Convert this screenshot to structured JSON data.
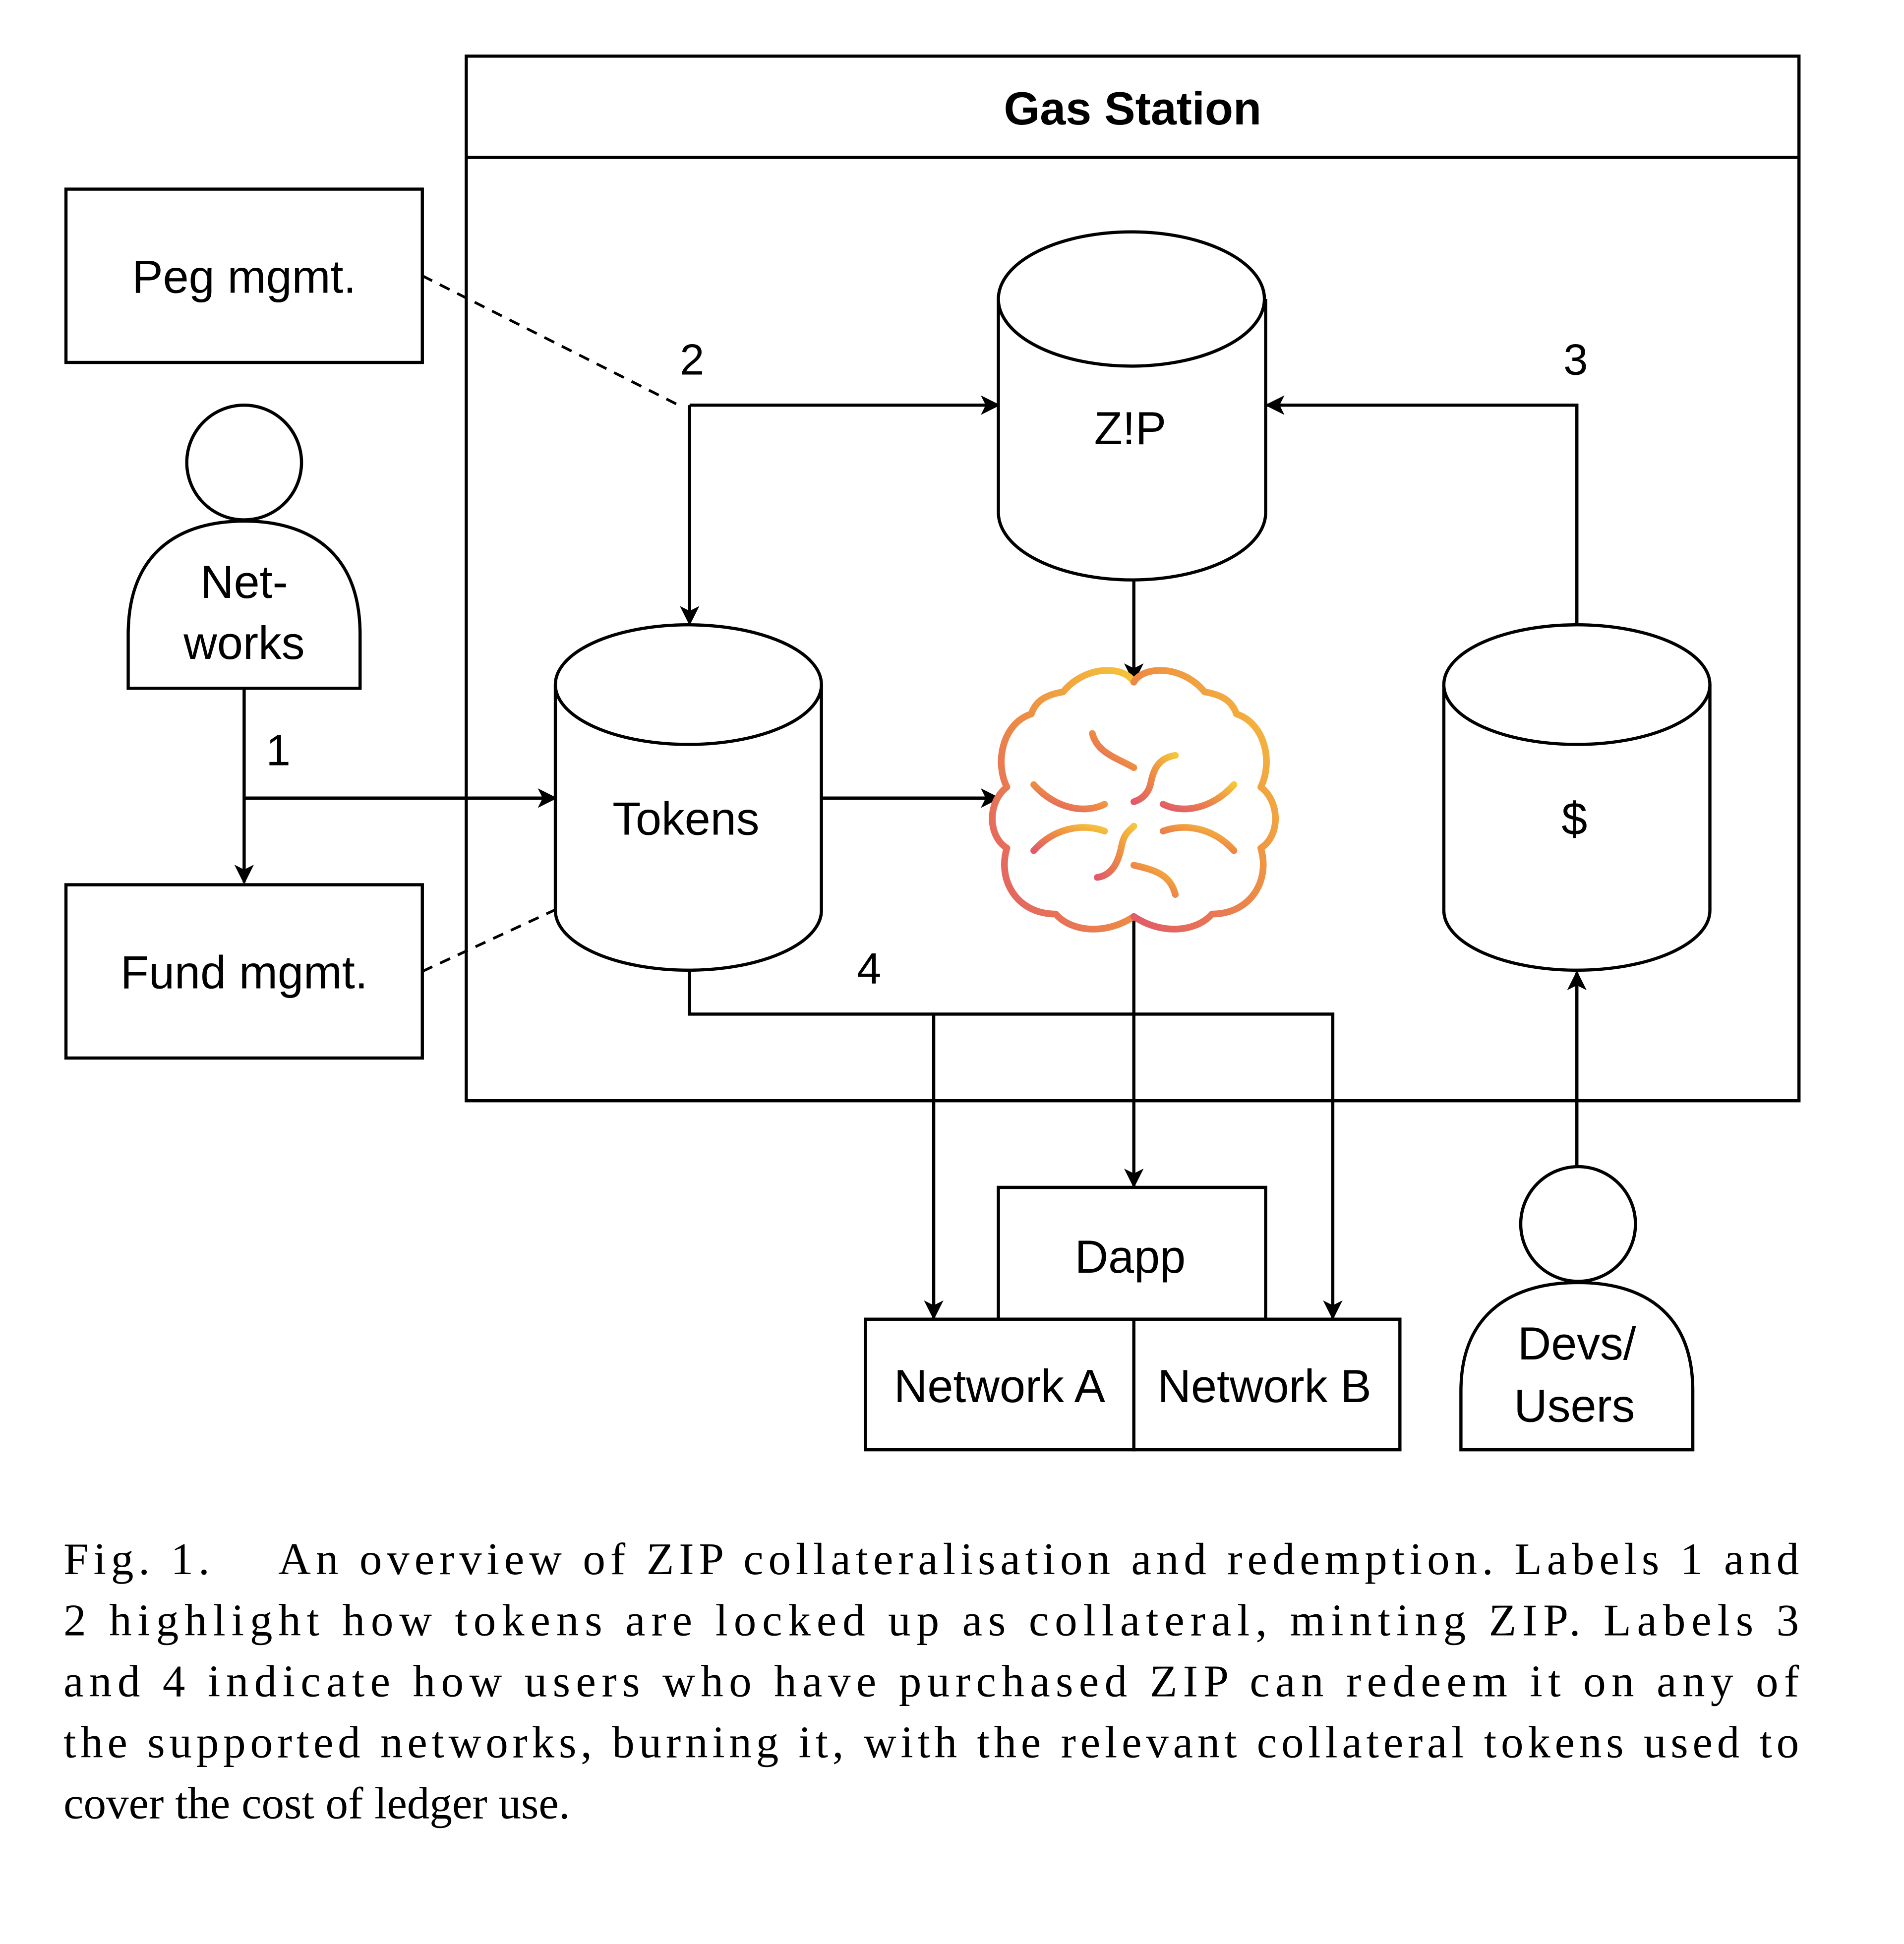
{
  "figure": {
    "container_title": "Gas Station",
    "nodes": {
      "peg_mgmt": "Peg mgmt.",
      "fund_mgmt": "Fund mgmt.",
      "networks_actor_line1": "Net-",
      "networks_actor_line2": "works",
      "tokens_store": "Tokens",
      "zip_store": "Z!P",
      "usd_store": "$",
      "dapp": "Dapp",
      "network_a": "Network A",
      "network_b": "Network B",
      "devs_actor_line1": "Devs/",
      "devs_actor_line2": "Users"
    },
    "step_labels": {
      "step1": "1",
      "step2": "2",
      "step3": "3",
      "step4": "4"
    },
    "icons": {
      "brain": "brain-icon"
    },
    "colors": {
      "brain_gradient_start": "#e05a6a",
      "brain_gradient_mid": "#ee8a45",
      "brain_gradient_end": "#f5c53a",
      "line": "#000000"
    }
  },
  "caption": {
    "lines": [
      "Fig. 1.  An overview of ZIP collateralisation and redemption. Labels 1 and",
      "2 highlight how tokens are locked up as collateral, minting ZIP. Labels 3",
      "and 4 indicate how users who have purchased ZIP can redeem it on any of",
      "the supported networks, burning it, with the relevant collateral tokens used to",
      "cover the cost of ledger use."
    ]
  }
}
